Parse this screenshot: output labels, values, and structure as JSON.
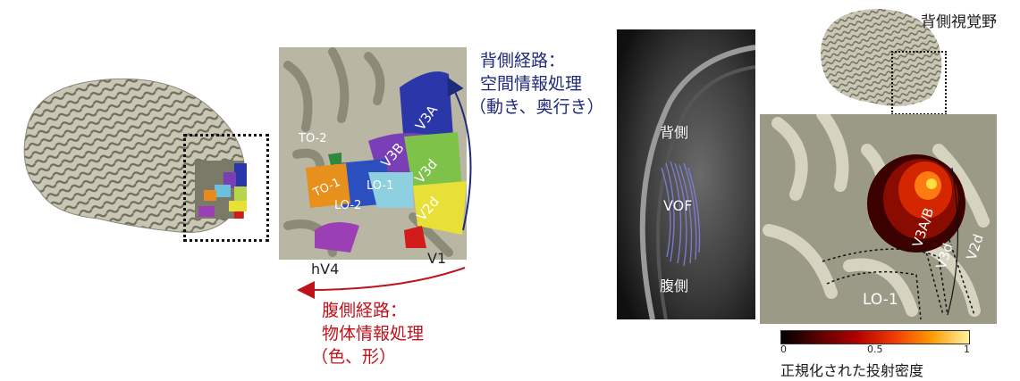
{
  "dorsal_pathway": {
    "title": "背側経路：",
    "line2": "空間情報処理",
    "line3": "（動き、奥行き）",
    "color": "#1f2a7a"
  },
  "ventral_pathway": {
    "title": "腹側経路：",
    "line2": "物体情報処理",
    "line3": "（色、形）",
    "color": "#c0121b"
  },
  "visual_areas": {
    "v3a": "V3A",
    "v3b": "V3B",
    "v3d": "V3d",
    "v2d": "V2d",
    "to2": "TO-2",
    "to1": "TO-1",
    "lo1": "LO-1",
    "lo2": "LO-2",
    "hv4": "hV4",
    "v1": "V1"
  },
  "mri_panel": {
    "dorsal": "背側",
    "vof": "VOF",
    "ventral": "腹側"
  },
  "right_panel": {
    "dorsal_cortex_label": "背側視覚野",
    "v3ab": "V3A/B",
    "v3d": "V3d",
    "v2d": "V2d",
    "lo1": "LO-1"
  },
  "colorbar": {
    "min": "0",
    "mid": "0.5",
    "max": "1",
    "label": "正規化された投射密度"
  }
}
